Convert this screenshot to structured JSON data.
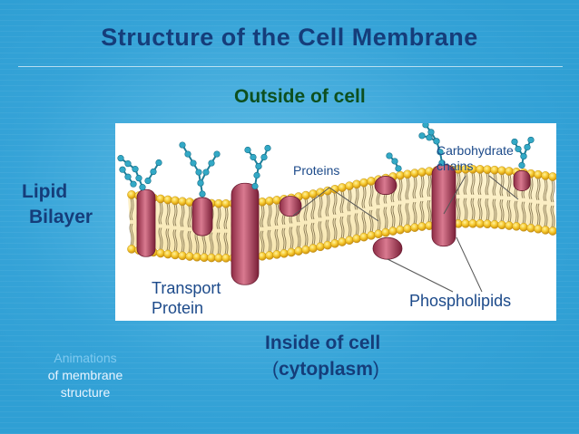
{
  "slide": {
    "title": "Structure of the Cell Membrane",
    "outside_label": "Outside of cell",
    "lipid_line1": "Lipid",
    "lipid_line2": "Bilayer",
    "inside_line1": "Inside of cell",
    "inside_paren_open": "(",
    "inside_cyto": "cytoplasm",
    "inside_paren_close": ")",
    "anim_line1": "Animations",
    "anim_line2": "of membrane",
    "anim_line3": "structure"
  },
  "diagram": {
    "proteins": "Proteins",
    "carb_line1": "Carbohydrate",
    "carb_line2": "chains",
    "transport_line1": "Transport",
    "transport_line2": "Protein",
    "phospholipids": "Phospholipids"
  },
  "colors": {
    "background": "#2f9fd4",
    "title": "#153d7a",
    "outside_label": "#0d4f1e",
    "phospholipid_head": "#f2c12e",
    "protein": "#c2536e",
    "carbohydrate": "#2a9cb8"
  }
}
